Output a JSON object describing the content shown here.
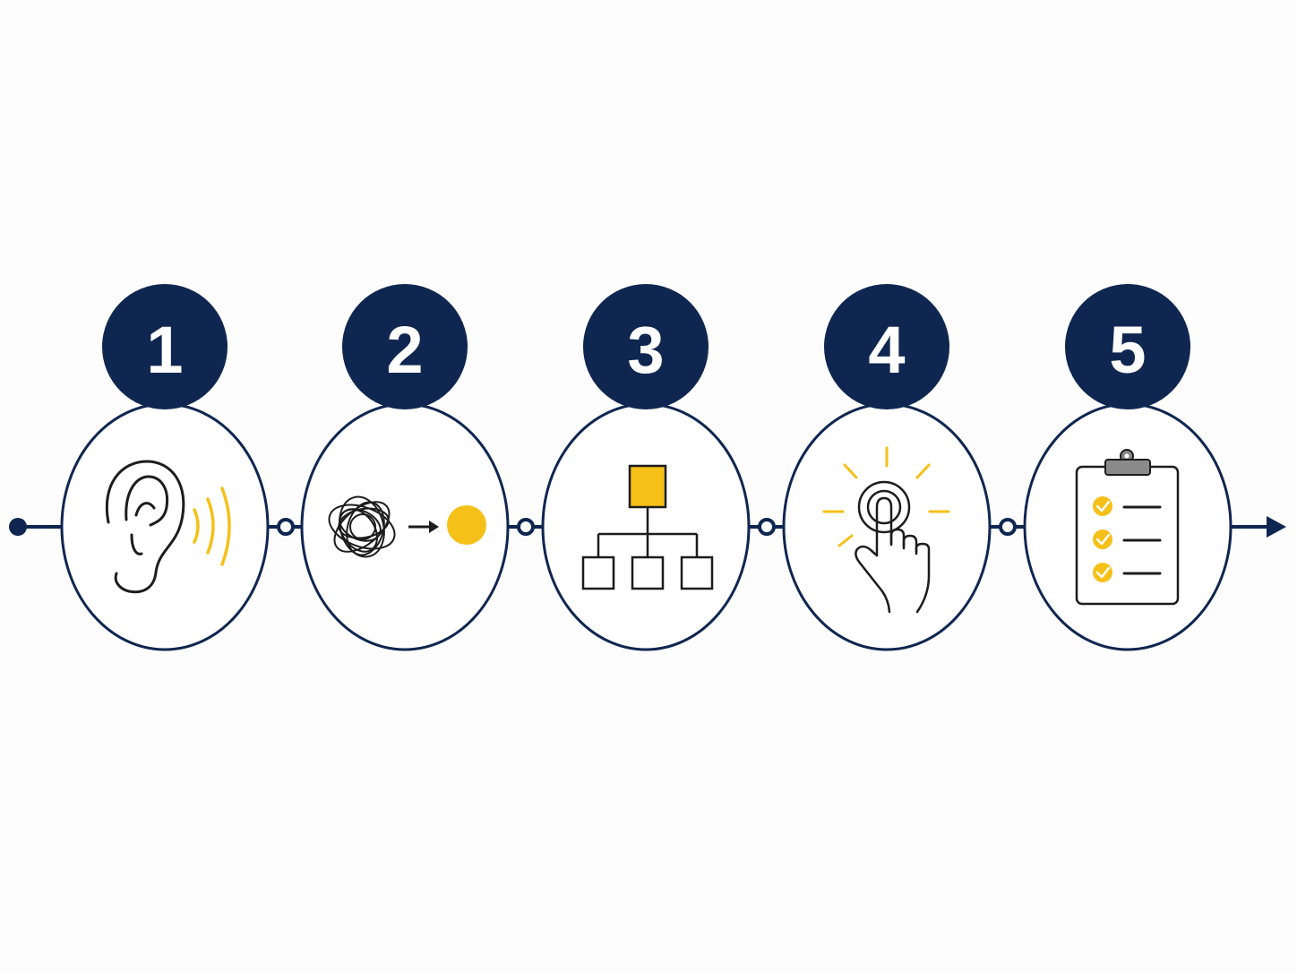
{
  "colors": {
    "navy": "#0f2650",
    "accent": "#f5c018",
    "ink": "#1c1c1c",
    "clipboard_clip": "#8a8a8a"
  },
  "steps": [
    {
      "number": "1",
      "icon": "ear-icon"
    },
    {
      "number": "2",
      "icon": "tangle-to-dot-icon"
    },
    {
      "number": "3",
      "icon": "hierarchy-icon"
    },
    {
      "number": "4",
      "icon": "tap-hand-icon"
    },
    {
      "number": "5",
      "icon": "clipboard-checklist-icon"
    }
  ]
}
